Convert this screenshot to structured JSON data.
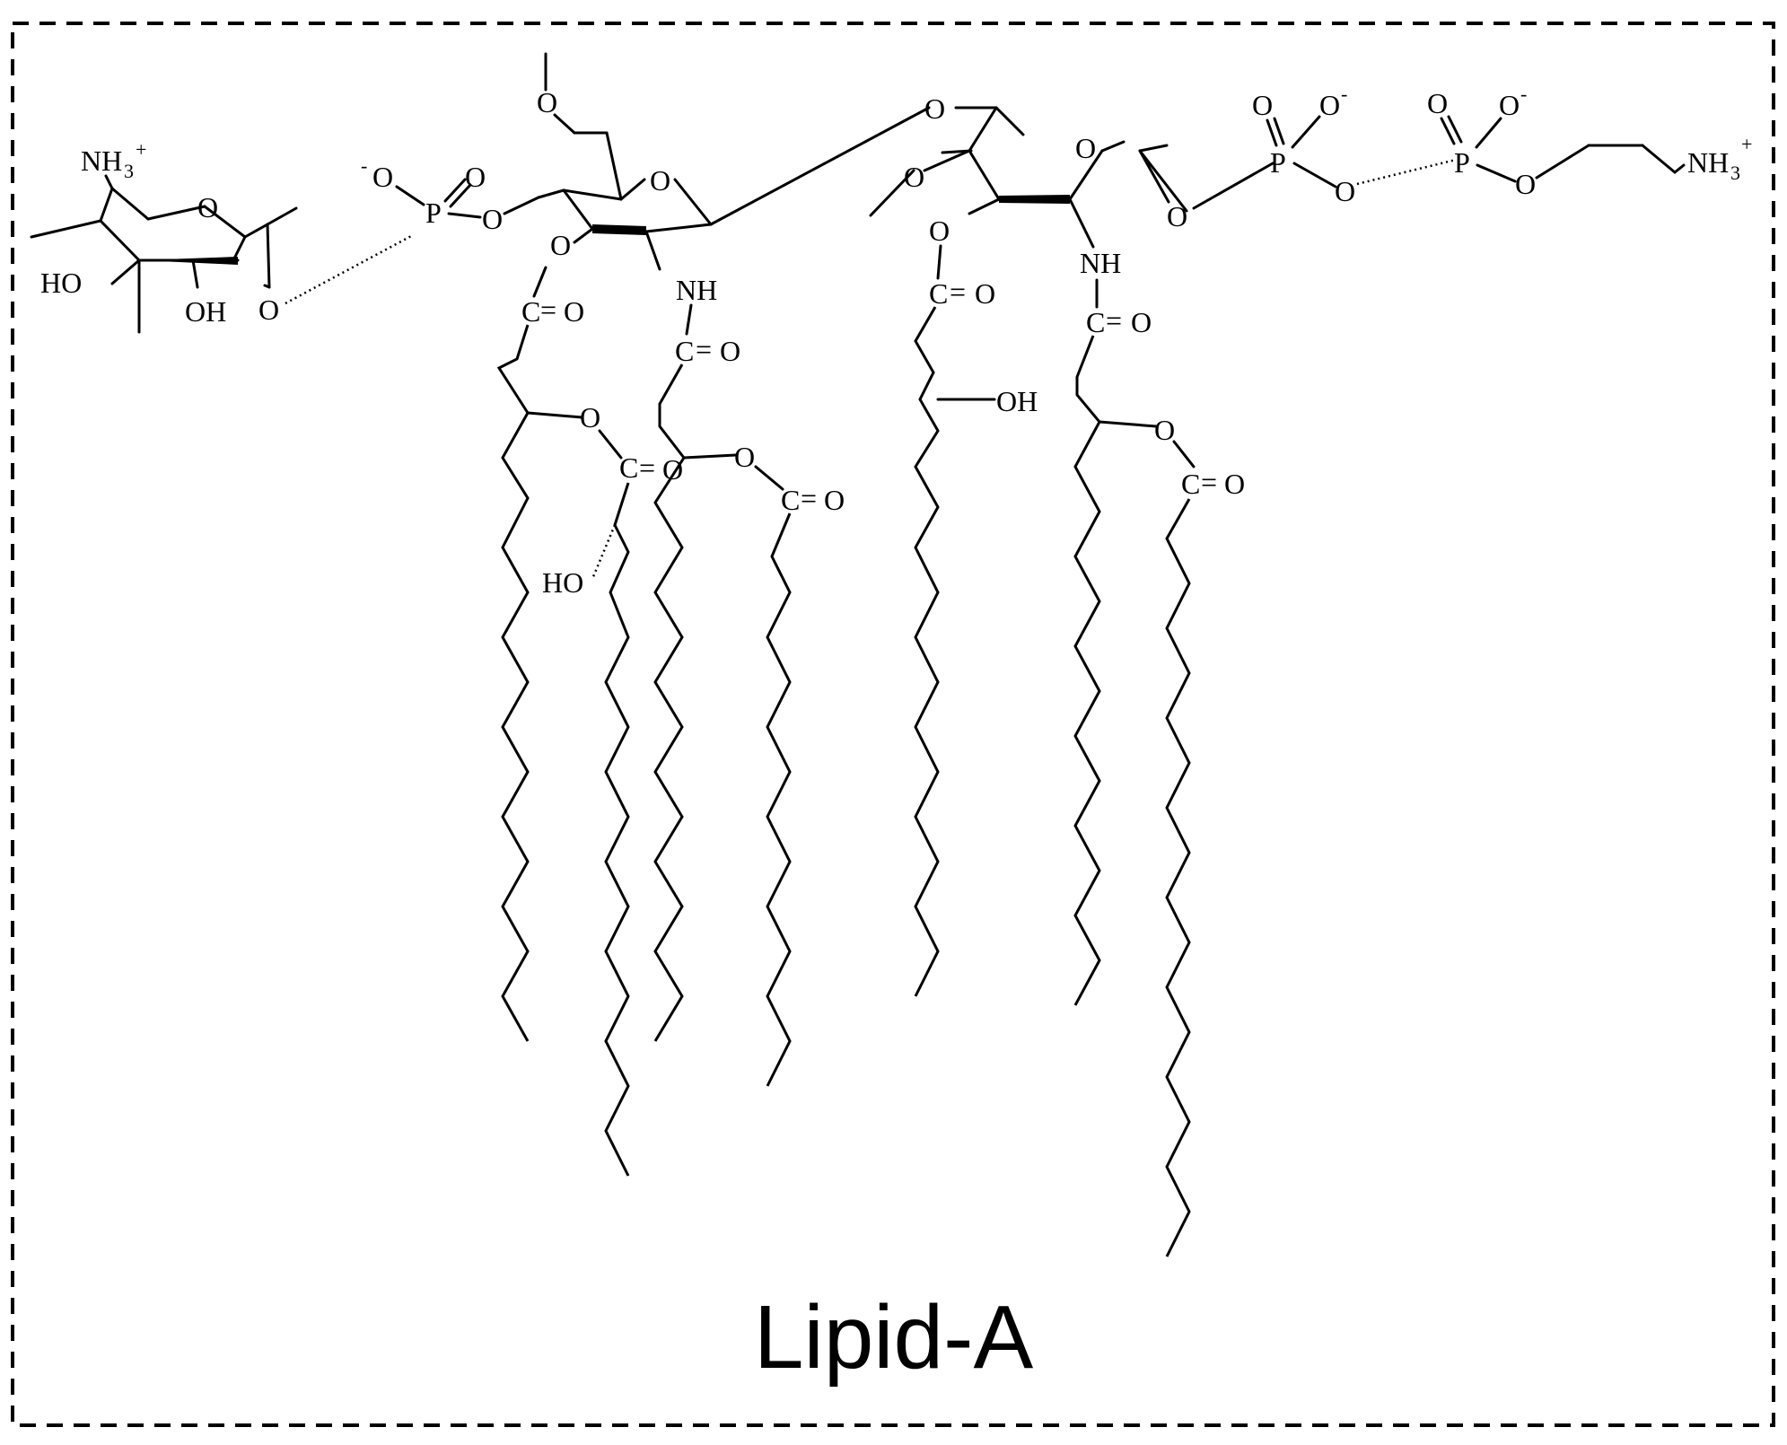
{
  "title": "Lipid-A",
  "labels": {
    "nh3_left": "NH",
    "nh3_right": "NH",
    "subscript_3": "3",
    "plus": "+",
    "minus": "-",
    "ho_left": "HO",
    "oh_ring1": "OH",
    "o": "O",
    "p": "P",
    "nh": "NH",
    "c": "C",
    "oh": "OH",
    "ho_tail": "HO",
    "double_bond": "="
  },
  "colors": {
    "ink": "#000000",
    "background": "#ffffff"
  }
}
